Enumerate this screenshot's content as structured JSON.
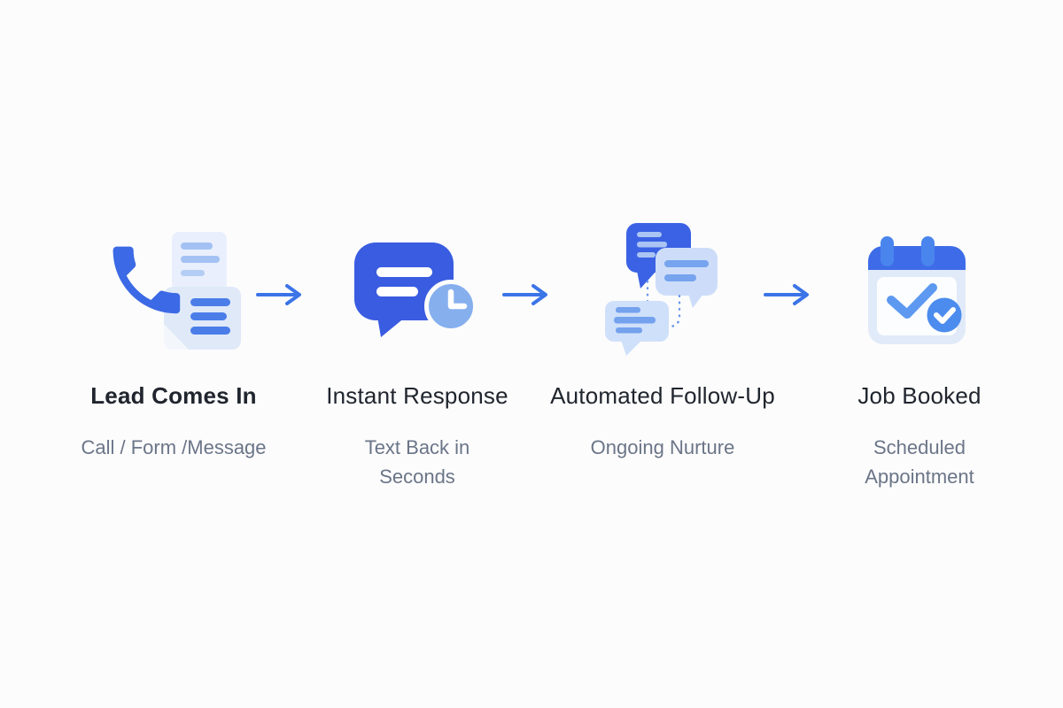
{
  "page": {
    "background": "#fcfcfc"
  },
  "palette": {
    "primary_blue": "#3c63e4",
    "bubble_blue": "#3a5ce1",
    "calendar_header_blue": "#3e6ce8",
    "medium_blue_lines": "#4b7de9",
    "soft_blue_badge": "#4c8cee",
    "clock_blue": "#86afee",
    "light_blue_fill": "#cfe0fa",
    "lighter_blue_fill": "#e9effc",
    "light_line_blue": "#a3c2f3",
    "arrow_blue": "#3b74e7",
    "title_text": "#20252e",
    "subtitle_text": "#6b7588"
  },
  "steps": [
    {
      "title": "Lead Comes In",
      "subtitle": "Call / Form /Message",
      "icon": "phone-document-icon"
    },
    {
      "title": "Instant Response",
      "subtitle": "Text Back in\nSeconds",
      "icon": "chat-bubble-clock-icon"
    },
    {
      "title": "Automated Follow-Up",
      "subtitle": "Ongoing Nurture",
      "icon": "chat-threads-icon"
    },
    {
      "title": "Job Booked",
      "subtitle": "Scheduled\nAppointment",
      "icon": "calendar-check-icon"
    }
  ],
  "arrows": {
    "glyph": "right-arrow",
    "count": 3
  }
}
